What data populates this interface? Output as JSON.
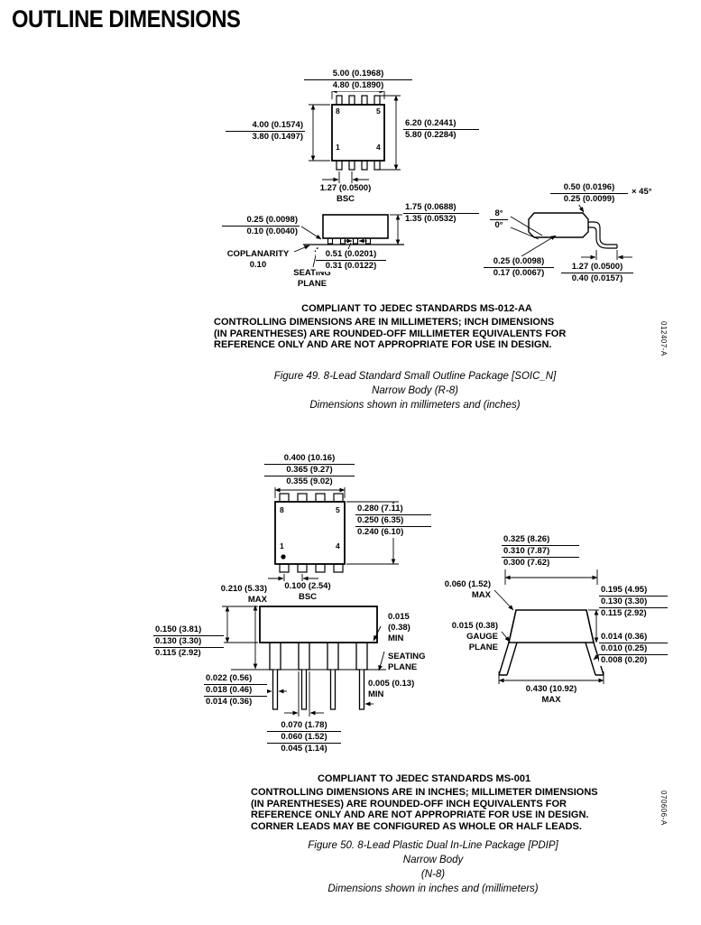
{
  "page": {
    "title": "OUTLINE DIMENSIONS"
  },
  "fig49": {
    "pins": {
      "p8": "8",
      "p5": "5",
      "p1": "1",
      "p4": "4"
    },
    "dim_body_length": [
      "5.00 (0.1968)",
      "4.80 (0.1890)"
    ],
    "dim_body_width": [
      "4.00 (0.1574)",
      "3.80 (0.1497)"
    ],
    "dim_overall_width": [
      "6.20 (0.2441)",
      "5.80 (0.2284)"
    ],
    "dim_pitch": {
      "value": "1.27 (0.0500)",
      "qualifier": "BSC"
    },
    "dim_height": [
      "1.75 (0.0688)",
      "1.35 (0.0532)"
    ],
    "dim_standoff": [
      "0.25 (0.0098)",
      "0.10 (0.0040)"
    ],
    "coplanarity": {
      "label": "COPLANARITY",
      "value": "0.10"
    },
    "seating_plane": [
      "SEATING",
      "PLANE"
    ],
    "dim_lead_width": [
      "0.51 (0.0201)",
      "0.31 (0.0122)"
    ],
    "dim_chamfer": [
      "0.50 (0.0196)",
      "0.25 (0.0099)"
    ],
    "chamfer_angle": "× 45°",
    "angles": [
      "8°",
      "0°"
    ],
    "dim_lead_thickness": [
      "0.25 (0.0098)",
      "0.17 (0.0067)"
    ],
    "dim_foot_length": [
      "1.27 (0.0500)",
      "0.40 (0.0157)"
    ],
    "compliance": "COMPLIANT TO JEDEC STANDARDS MS-012-AA",
    "note_lines": [
      "CONTROLLING DIMENSIONS ARE IN MILLIMETERS; INCH DIMENSIONS",
      "(IN PARENTHESES) ARE ROUNDED-OFF MILLIMETER EQUIVALENTS FOR",
      "REFERENCE ONLY AND ARE NOT APPROPRIATE FOR USE IN DESIGN."
    ],
    "doc_code": "012407-A",
    "caption_lines": [
      "Figure 49. 8-Lead Standard Small Outline Package [SOIC_N]",
      "Narrow Body (R-8)",
      "Dimensions shown in millimeters and (inches)"
    ]
  },
  "fig50": {
    "pins": {
      "p8": "8",
      "p5": "5",
      "p1": "1",
      "p4": "4"
    },
    "dim_body_length": [
      "0.400 (10.16)",
      "0.365 (9.27)",
      "0.355 (9.02)"
    ],
    "dim_body_width": [
      "0.280 (7.11)",
      "0.250 (6.35)",
      "0.240 (6.10)"
    ],
    "dim_pitch": {
      "value": "0.100 (2.54)",
      "qualifier": "BSC"
    },
    "dim_height": {
      "value": "0.210 (5.33)",
      "qualifier": "MAX"
    },
    "dim_body_height": [
      "0.150 (3.81)",
      "0.130 (3.30)",
      "0.115 (2.92)"
    ],
    "dim_shoulder_min": [
      "0.015",
      "(0.38)",
      "MIN"
    ],
    "seating_plane": [
      "SEATING",
      "PLANE"
    ],
    "dim_lead_width": [
      "0.022 (0.56)",
      "0.018 (0.46)",
      "0.014 (0.36)"
    ],
    "dim_tip_min": {
      "value": "0.005 (0.13)",
      "qualifier": "MIN"
    },
    "dim_shoulder_width": [
      "0.070 (1.78)",
      "0.060 (1.52)",
      "0.045 (1.14)"
    ],
    "dim_width_e1": [
      "0.325 (8.26)",
      "0.310 (7.87)",
      "0.300 (7.62)"
    ],
    "dim_corner_max": {
      "value": "0.060 (1.52)",
      "qualifier": "MAX"
    },
    "dim_lead_upper": [
      "0.195 (4.95)",
      "0.130 (3.30)",
      "0.115 (2.92)"
    ],
    "gauge_plane": {
      "value": "0.015 (0.38)",
      "label1": "GAUGE",
      "label2": "PLANE"
    },
    "dim_lead_thickness": [
      "0.014 (0.36)",
      "0.010 (0.25)",
      "0.008 (0.20)"
    ],
    "dim_overall_max": {
      "value": "0.430 (10.92)",
      "qualifier": "MAX"
    },
    "compliance": "COMPLIANT TO JEDEC STANDARDS MS-001",
    "note_lines": [
      "CONTROLLING DIMENSIONS ARE IN INCHES; MILLIMETER DIMENSIONS",
      "(IN PARENTHESES) ARE ROUNDED-OFF INCH EQUIVALENTS FOR",
      "REFERENCE ONLY AND ARE NOT APPROPRIATE FOR USE IN DESIGN.",
      "CORNER LEADS MAY BE CONFIGURED AS WHOLE OR HALF LEADS."
    ],
    "doc_code": "070606-A",
    "caption_lines": [
      "Figure 50. 8-Lead Plastic Dual In-Line Package [PDIP]",
      "Narrow Body",
      "(N-8)",
      "Dimensions shown in inches and (millimeters)"
    ]
  }
}
